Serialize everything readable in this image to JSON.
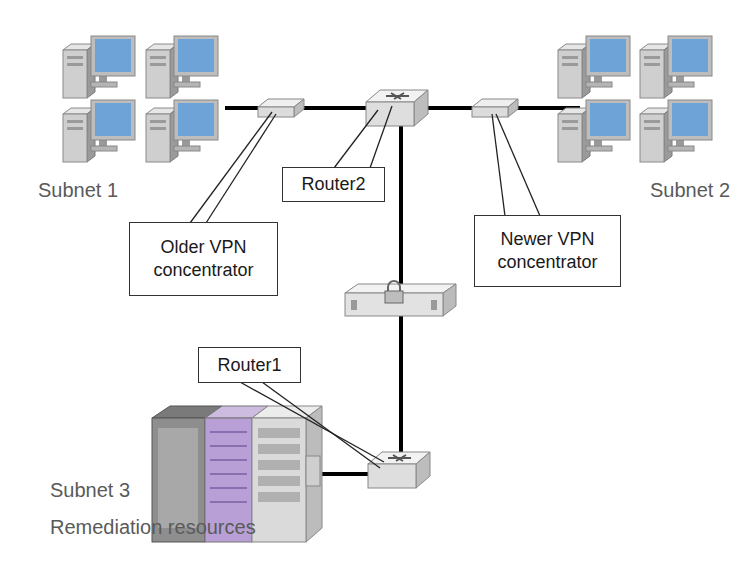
{
  "diagram": {
    "nodes": [
      {
        "text": [
          "Router2"
        ]
      },
      {
        "text": [
          "Older VPN concentrator"
        ]
      },
      {
        "text": [
          "Newer VPN concentrator"
        ]
      },
      {
        "text": [
          "Router1"
        ]
      }
    ],
    "labels": [
      "Subnet 1",
      "Subnet 2",
      "Subnet 3",
      "Remediation resources"
    ]
  }
}
